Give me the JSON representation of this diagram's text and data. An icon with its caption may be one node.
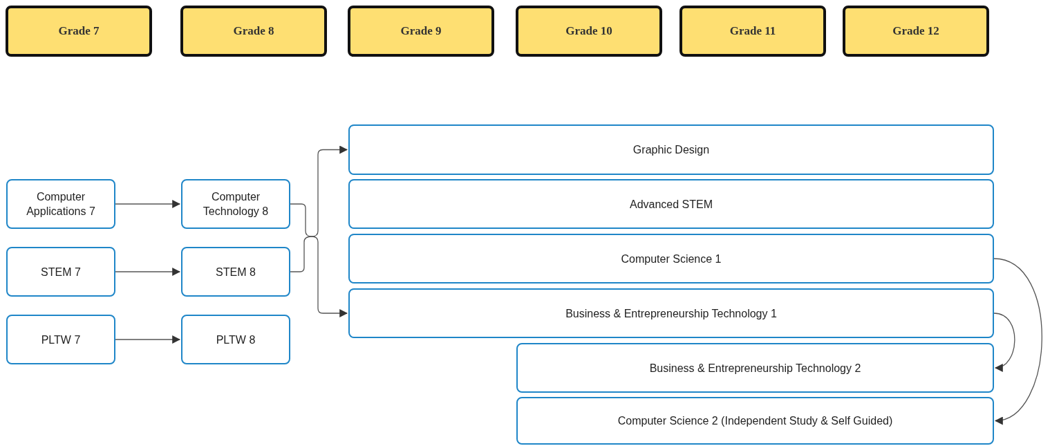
{
  "diagram": {
    "nodes": [
      {
        "text": [
          "Grade 7"
        ]
      },
      {
        "text": [
          "Grade 8"
        ]
      },
      {
        "text": [
          "Grade 9"
        ]
      },
      {
        "text": [
          "Grade 10"
        ]
      },
      {
        "text": [
          "Grade 11"
        ]
      },
      {
        "text": [
          "Grade 12"
        ]
      },
      {
        "text": [
          "Graphic Design"
        ]
      },
      {
        "text": [
          "Advanced STEM"
        ]
      },
      {
        "text": [
          "Computer Applications 7"
        ]
      },
      {
        "text": [
          "Computer Technology 8"
        ]
      },
      {
        "text": [
          "Computer Science 1"
        ]
      },
      {
        "text": [
          "STEM 7"
        ]
      },
      {
        "text": [
          "STEM 8"
        ]
      },
      {
        "text": [
          "Business & Entrepreneurship Technology 1"
        ]
      },
      {
        "text": [
          "PLTW 7"
        ]
      },
      {
        "text": [
          "PLTW 8"
        ]
      },
      {
        "text": [
          "Business & Entrepreneurship Technology 2"
        ]
      },
      {
        "text": [
          "Computer Science 2 (Independent Study & Self Guided)"
        ]
      }
    ],
    "edges": [
      {
        "from": 8,
        "to": 9,
        "arrow": "to"
      },
      {
        "from": 11,
        "to": 12,
        "arrow": "to"
      },
      {
        "from": 14,
        "to": 15,
        "arrow": "to"
      },
      {
        "from": 9,
        "to": 13,
        "arrow": "to"
      },
      {
        "from": 12,
        "to": 6,
        "arrow": "to"
      },
      {
        "from": 10,
        "to": 17,
        "arrow": "to"
      },
      {
        "from": 13,
        "to": 16,
        "arrow": "to"
      }
    ]
  }
}
